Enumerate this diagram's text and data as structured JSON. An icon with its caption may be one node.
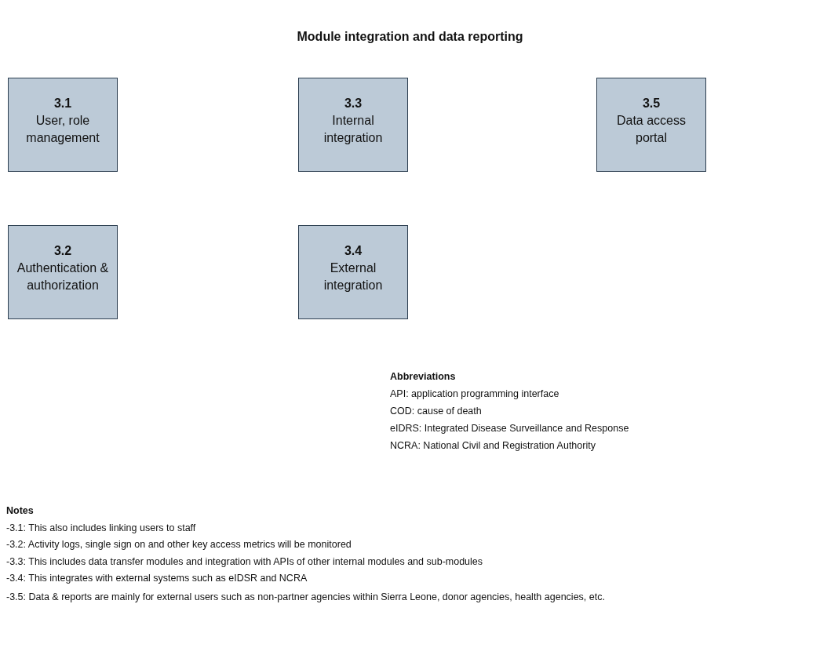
{
  "diagram": {
    "title": "Module integration and data reporting",
    "nodes": [
      {
        "text": [
          "3.1",
          "User, role management"
        ]
      },
      {
        "text": [
          "3.3",
          "Internal integration"
        ]
      },
      {
        "text": [
          "3.5",
          "Data access portal"
        ]
      },
      {
        "text": [
          "3.2",
          "Authentication & authorization"
        ]
      },
      {
        "text": [
          "3.4",
          "External integration"
        ]
      }
    ],
    "labels": [
      "Abbreviations",
      "API: application programming interface",
      "COD: cause of death",
      "eIDRS: Integrated Disease Surveillance and Response",
      "NCRA: National Civil and Registration Authority",
      "Notes",
      "-3.1: This also includes linking users to staff",
      "-3.2: Activity logs, single sign on and other key access metrics will be monitored",
      "-3.3: This includes data transfer modules and integration with APIs of other internal modules and sub-modules",
      "-3.4: This integrates with external systems such as eIDSR and NCRA",
      "-3.5: Data & reports are mainly for external users such as non-partner agencies within Sierra Leone, donor agencies, health agencies, etc."
    ]
  }
}
